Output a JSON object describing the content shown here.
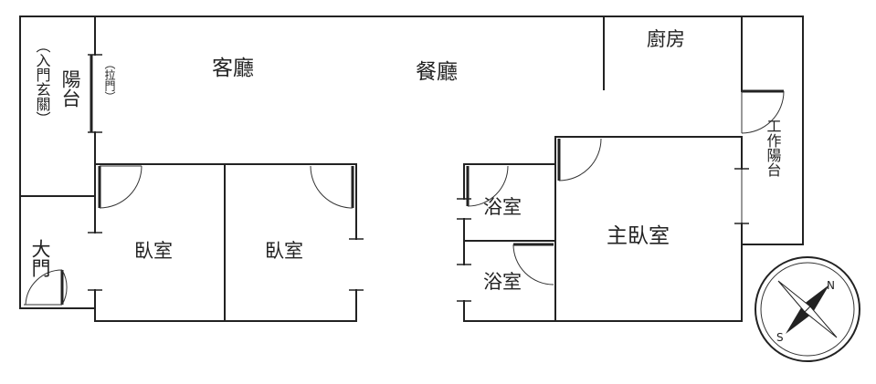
{
  "rooms": {
    "living": "客廳",
    "dining": "餐廳",
    "kitchen": "廚房",
    "balcony_entry": "陽台",
    "balcony_entry_note": "（入門玄關）",
    "sliding_door": "（拉門）",
    "work_balcony": "工作陽台",
    "main_door": "大門",
    "bedroom_1": "臥室",
    "bedroom_2": "臥室",
    "bathroom_1": "浴室",
    "bathroom_2": "浴室",
    "master_bedroom": "主臥室"
  },
  "compass": {
    "north": "N",
    "south": "S"
  }
}
